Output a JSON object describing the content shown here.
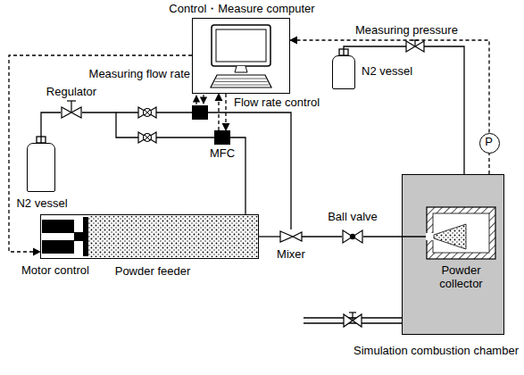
{
  "diagram": {
    "nodes": [
      {
        "text": [
          "Control・Measure computer"
        ]
      },
      {
        "text": [
          "N2 vessel"
        ]
      },
      {
        "text": [
          "Regulator"
        ]
      },
      {
        "text": [
          "N2 vessel"
        ]
      },
      {
        "text": [
          "MFC"
        ]
      },
      {
        "text": [
          "Powder feeder"
        ]
      },
      {
        "text": [
          "Mixer"
        ]
      },
      {
        "text": [
          "Ball valve"
        ]
      },
      {
        "text": [
          "Simulation combustion chamber"
        ]
      },
      {
        "text": [
          "Powder collector"
        ],
        "in": 8
      },
      {
        "text": [
          "P"
        ]
      }
    ],
    "edges": [
      {
        "from": 3,
        "to": 2,
        "arrow": "none"
      },
      {
        "from": 2,
        "to": 4,
        "arrow": "none"
      },
      {
        "from": 4,
        "to": 5,
        "arrow": "none"
      },
      {
        "from": 4,
        "to": 0,
        "arrow": "to"
      },
      {
        "from": 0,
        "to": 4,
        "arrow": "to"
      },
      {
        "from": 5,
        "to": 6,
        "arrow": "none"
      },
      {
        "from": 6,
        "to": 7,
        "arrow": "none"
      },
      {
        "from": 7,
        "to": 9,
        "arrow": "none"
      },
      {
        "from": 1,
        "to": 8,
        "arrow": "none"
      },
      {
        "from": 8,
        "to": 10,
        "arrow": "none"
      },
      {
        "from": 10,
        "to": 0,
        "arrow": "to",
        "label": "Measuring pressure"
      },
      {
        "from": 0,
        "to": 5,
        "arrow": "to",
        "label": "Motor control"
      }
    ],
    "labels": [
      "Measuring flow rate",
      "Flow rate control"
    ]
  }
}
